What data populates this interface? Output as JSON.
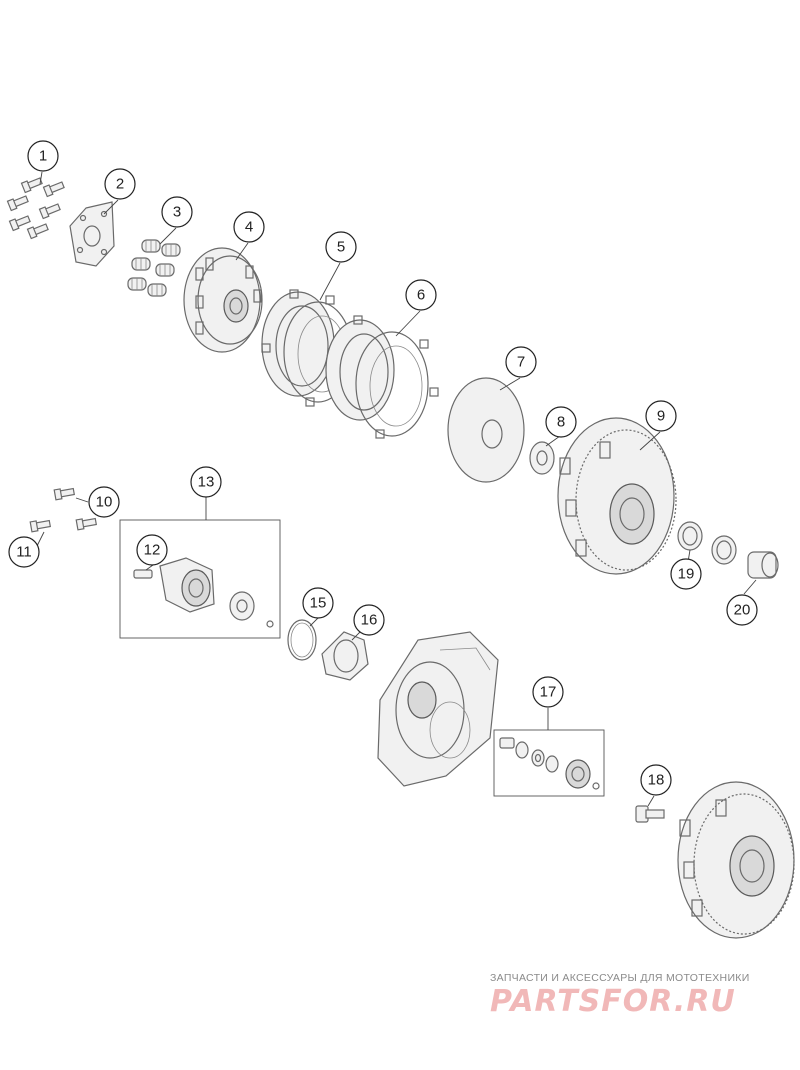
{
  "callouts": [
    {
      "id": "1",
      "label": "1"
    },
    {
      "id": "2",
      "label": "2"
    },
    {
      "id": "3",
      "label": "3"
    },
    {
      "id": "4",
      "label": "4"
    },
    {
      "id": "5",
      "label": "5"
    },
    {
      "id": "6",
      "label": "6"
    },
    {
      "id": "7",
      "label": "7"
    },
    {
      "id": "8",
      "label": "8"
    },
    {
      "id": "9",
      "label": "9"
    },
    {
      "id": "10",
      "label": "10"
    },
    {
      "id": "11",
      "label": "11"
    },
    {
      "id": "12",
      "label": "12"
    },
    {
      "id": "13",
      "label": "13"
    },
    {
      "id": "15",
      "label": "15"
    },
    {
      "id": "16",
      "label": "16"
    },
    {
      "id": "17",
      "label": "17"
    },
    {
      "id": "18",
      "label": "18"
    },
    {
      "id": "19",
      "label": "19"
    },
    {
      "id": "20",
      "label": "20"
    }
  ],
  "watermark": {
    "tagline": "ЗАПЧАСТИ И АКСЕССУАРЫ ДЛЯ МОТОТЕХНИКИ",
    "brand": "PARTSFOR.RU",
    "brand_color": "#f1b8b8"
  }
}
